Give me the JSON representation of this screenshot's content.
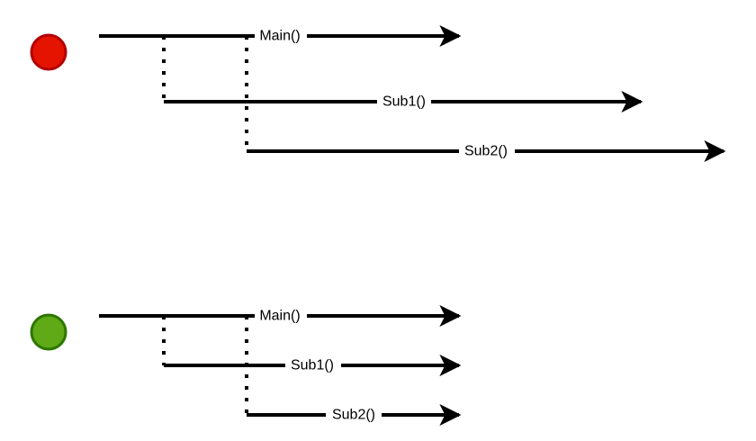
{
  "colors": {
    "line": "#000000",
    "bad_fill": "#e51400",
    "bad_stroke": "#b20000",
    "good_fill": "#60a917",
    "good_stroke": "#2d7600"
  },
  "diagram_top": {
    "status_icon": "red-circle-icon",
    "main_label": "Main()",
    "sub1_label": "Sub1()",
    "sub2_label": "Sub2()"
  },
  "diagram_bottom": {
    "status_icon": "green-circle-icon",
    "main_label": "Main()",
    "sub1_label": "Sub1()",
    "sub2_label": "Sub2()"
  }
}
